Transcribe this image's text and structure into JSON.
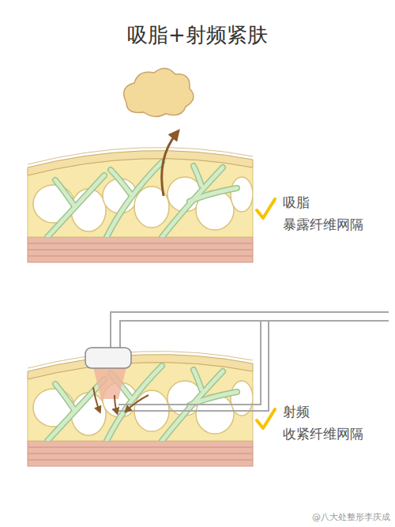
{
  "diagram": {
    "title": "吸脂+射频紧肤",
    "labels": [
      "吸脂",
      "暴露纤维网隔",
      "射频",
      "收紧纤维网隔",
      "@八大处整形李庆成"
    ]
  }
}
